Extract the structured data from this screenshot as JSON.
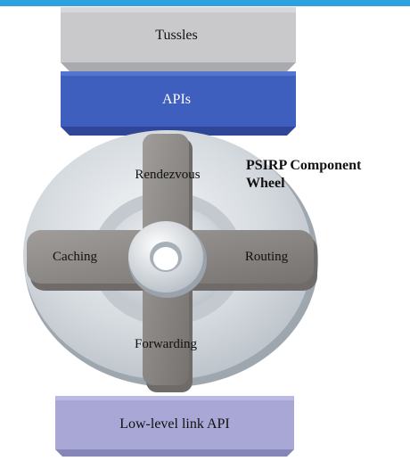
{
  "layers": {
    "top": "Tussles",
    "apis": "APIs",
    "bottom": "Low-level link API"
  },
  "wheel": {
    "title_line1": "PSIRP Component",
    "title_line2": "Wheel",
    "components": {
      "top": "Rendezvous",
      "left": "Caching",
      "right": "Routing",
      "bottom": "Forwarding"
    }
  },
  "colors": {
    "top_bar": "#2aa3e0",
    "tussles_block": "#c9c9cc",
    "apis_block": "#3f5fbf",
    "wheel": "#d4d9df",
    "components": "#8a8784",
    "link_api_block": "#a8a7d6"
  }
}
